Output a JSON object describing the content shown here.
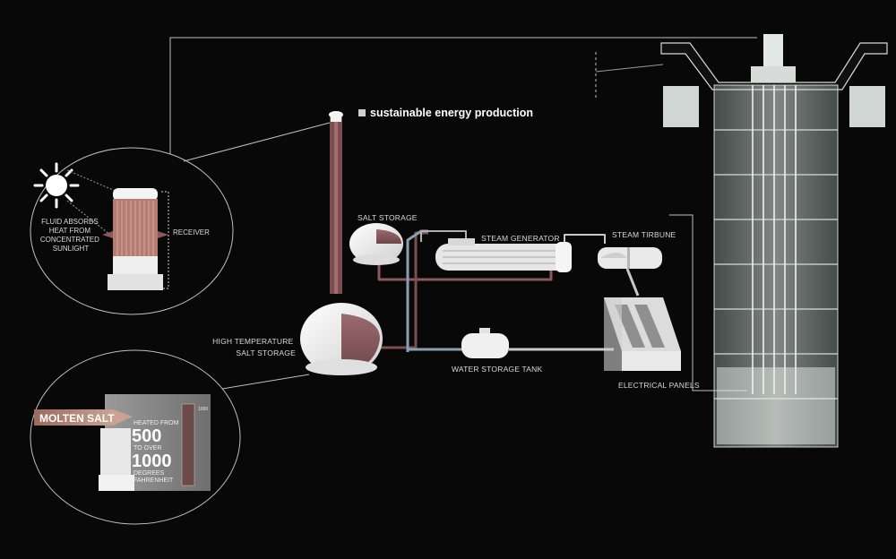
{
  "title": "sustainable energy production",
  "labels": {
    "salt_storage": "SALT STORAGE",
    "steam_generator": "STEAM GENERATOR",
    "steam_turbine": "STEAM TIRBUNE",
    "high_temp_line1": "HIGH TEMPERATURE",
    "high_temp_line2": "SALT STORAGE",
    "water_tank": "WATER STORAGE TANK",
    "electrical_panels": "ELECTRICAL PANELS",
    "receiver": "RECEIVER"
  },
  "receiver_callout": {
    "lines": [
      "FLUID ABSORBS",
      "HEAT FROM",
      "CONCENTRATED",
      "SUNLIGHT"
    ]
  },
  "molten_callout": {
    "tag": "MOLTEN SALT",
    "heated_from": "HEATED FROM",
    "low": "500",
    "to_over": "TO OVER",
    "high": "1000",
    "degrees": "DEGREES",
    "unit": "FAHRENHEIT",
    "scale_max": "1000"
  },
  "colors": {
    "background": "#080808",
    "salt": "#8a5a5e",
    "water": "#8b9fb3",
    "line": "#bfbfbf"
  }
}
